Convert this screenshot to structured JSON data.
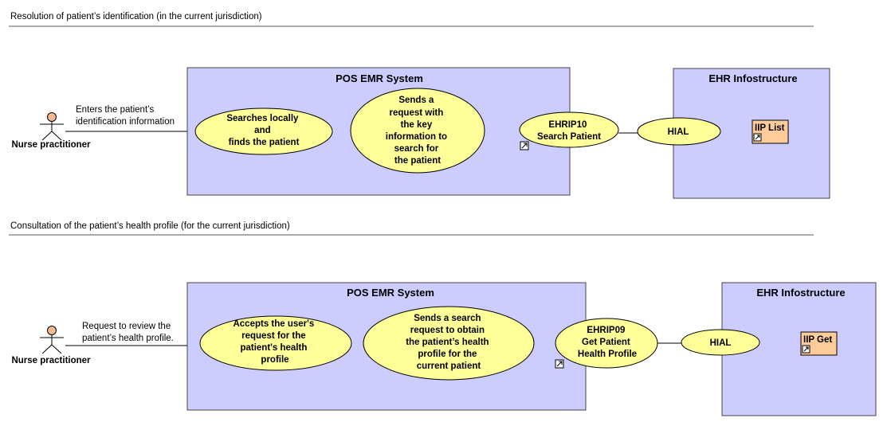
{
  "colors": {
    "system_fill": "#ccccff",
    "usecase_fill": "#ffff99",
    "actor_head": "#f5bb8e",
    "component_fill": "#fecc99",
    "line": "#000000"
  },
  "sections": [
    {
      "title": "Resolution of patient’s identification (in the current jurisdiction)",
      "actor": {
        "name": "Nurse practitioner",
        "label_lines": [
          "Enters the patient’s",
          "identification information"
        ]
      },
      "system": {
        "title": "POS EMR System"
      },
      "usecase_a": {
        "lines": [
          "Searches locally",
          "and",
          "finds the patient"
        ]
      },
      "usecase_b": {
        "lines": [
          "Sends a",
          "request with",
          "the key",
          "information to",
          "search for",
          "the patient"
        ]
      },
      "usecase_c": {
        "lines": [
          "EHRIP10",
          "Search Patient"
        ]
      },
      "infra": {
        "title": "EHR Infostructure"
      },
      "hial": {
        "lines": [
          "HIAL"
        ]
      },
      "component": {
        "label": "IIP List"
      }
    },
    {
      "title": "Consultation of the patient’s health profile (for the current jurisdiction)",
      "actor": {
        "name": "Nurse practitioner",
        "label_lines": [
          "Request to review the",
          "patient’s health profile."
        ]
      },
      "system": {
        "title": "POS EMR System"
      },
      "usecase_a": {
        "lines": [
          "Accepts the user's",
          "request for the",
          "patient's health",
          "profile"
        ]
      },
      "usecase_b": {
        "lines": [
          "Sends a search",
          "request to obtain",
          "the patient’s health",
          "profile for the",
          "current patient"
        ]
      },
      "usecase_c": {
        "lines": [
          "EHRIP09",
          "Get Patient",
          "Health Profile"
        ]
      },
      "infra": {
        "title": "EHR Infostructure"
      },
      "hial": {
        "lines": [
          "HIAL"
        ]
      },
      "component": {
        "label": "IIP Get"
      }
    }
  ]
}
